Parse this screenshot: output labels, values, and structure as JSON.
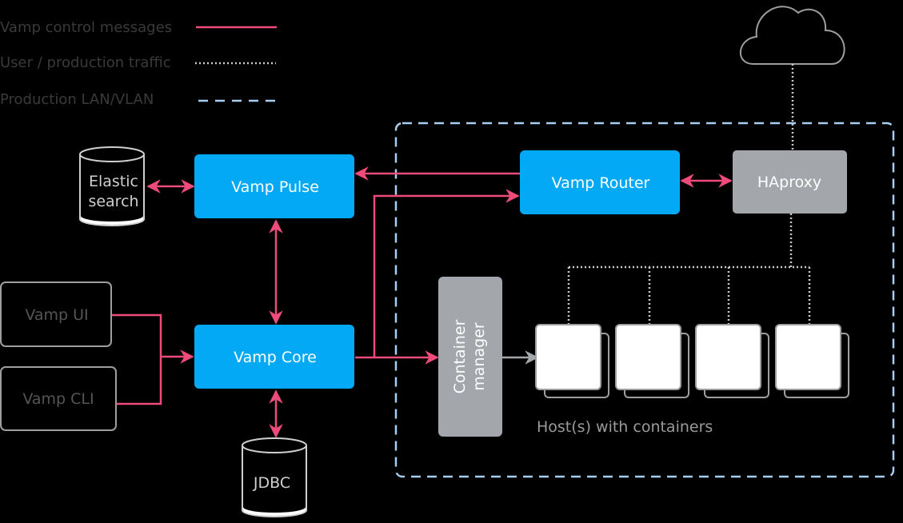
{
  "colors": {
    "control": "#ed4b7a",
    "traffic": "#c9c9c9",
    "lan": "#a8cdf0",
    "vamp_blue": "#03a9f4",
    "gray_box": "#a3a6aa",
    "outline": "#9e9e9e"
  },
  "legend": {
    "control_messages": "Vamp control messages",
    "production_traffic": "User / production traffic",
    "production_lan": "Production LAN/VLAN"
  },
  "nodes": {
    "vamp_pulse": "Vamp Pulse",
    "vamp_router": "Vamp Router",
    "vamp_core": "Vamp Core",
    "haproxy": "HAproxy",
    "vamp_ui": "Vamp UI",
    "vamp_cli": "Vamp CLI",
    "container_manager_line1": "Container",
    "container_manager_line2": "manager",
    "elastic_line1": "Elastic",
    "elastic_line2": "search",
    "jdbc": "JDBC",
    "hosts_label": "Host(s) with containers"
  },
  "icons": {
    "cloud": "cloud-icon",
    "database": "database-icon"
  }
}
